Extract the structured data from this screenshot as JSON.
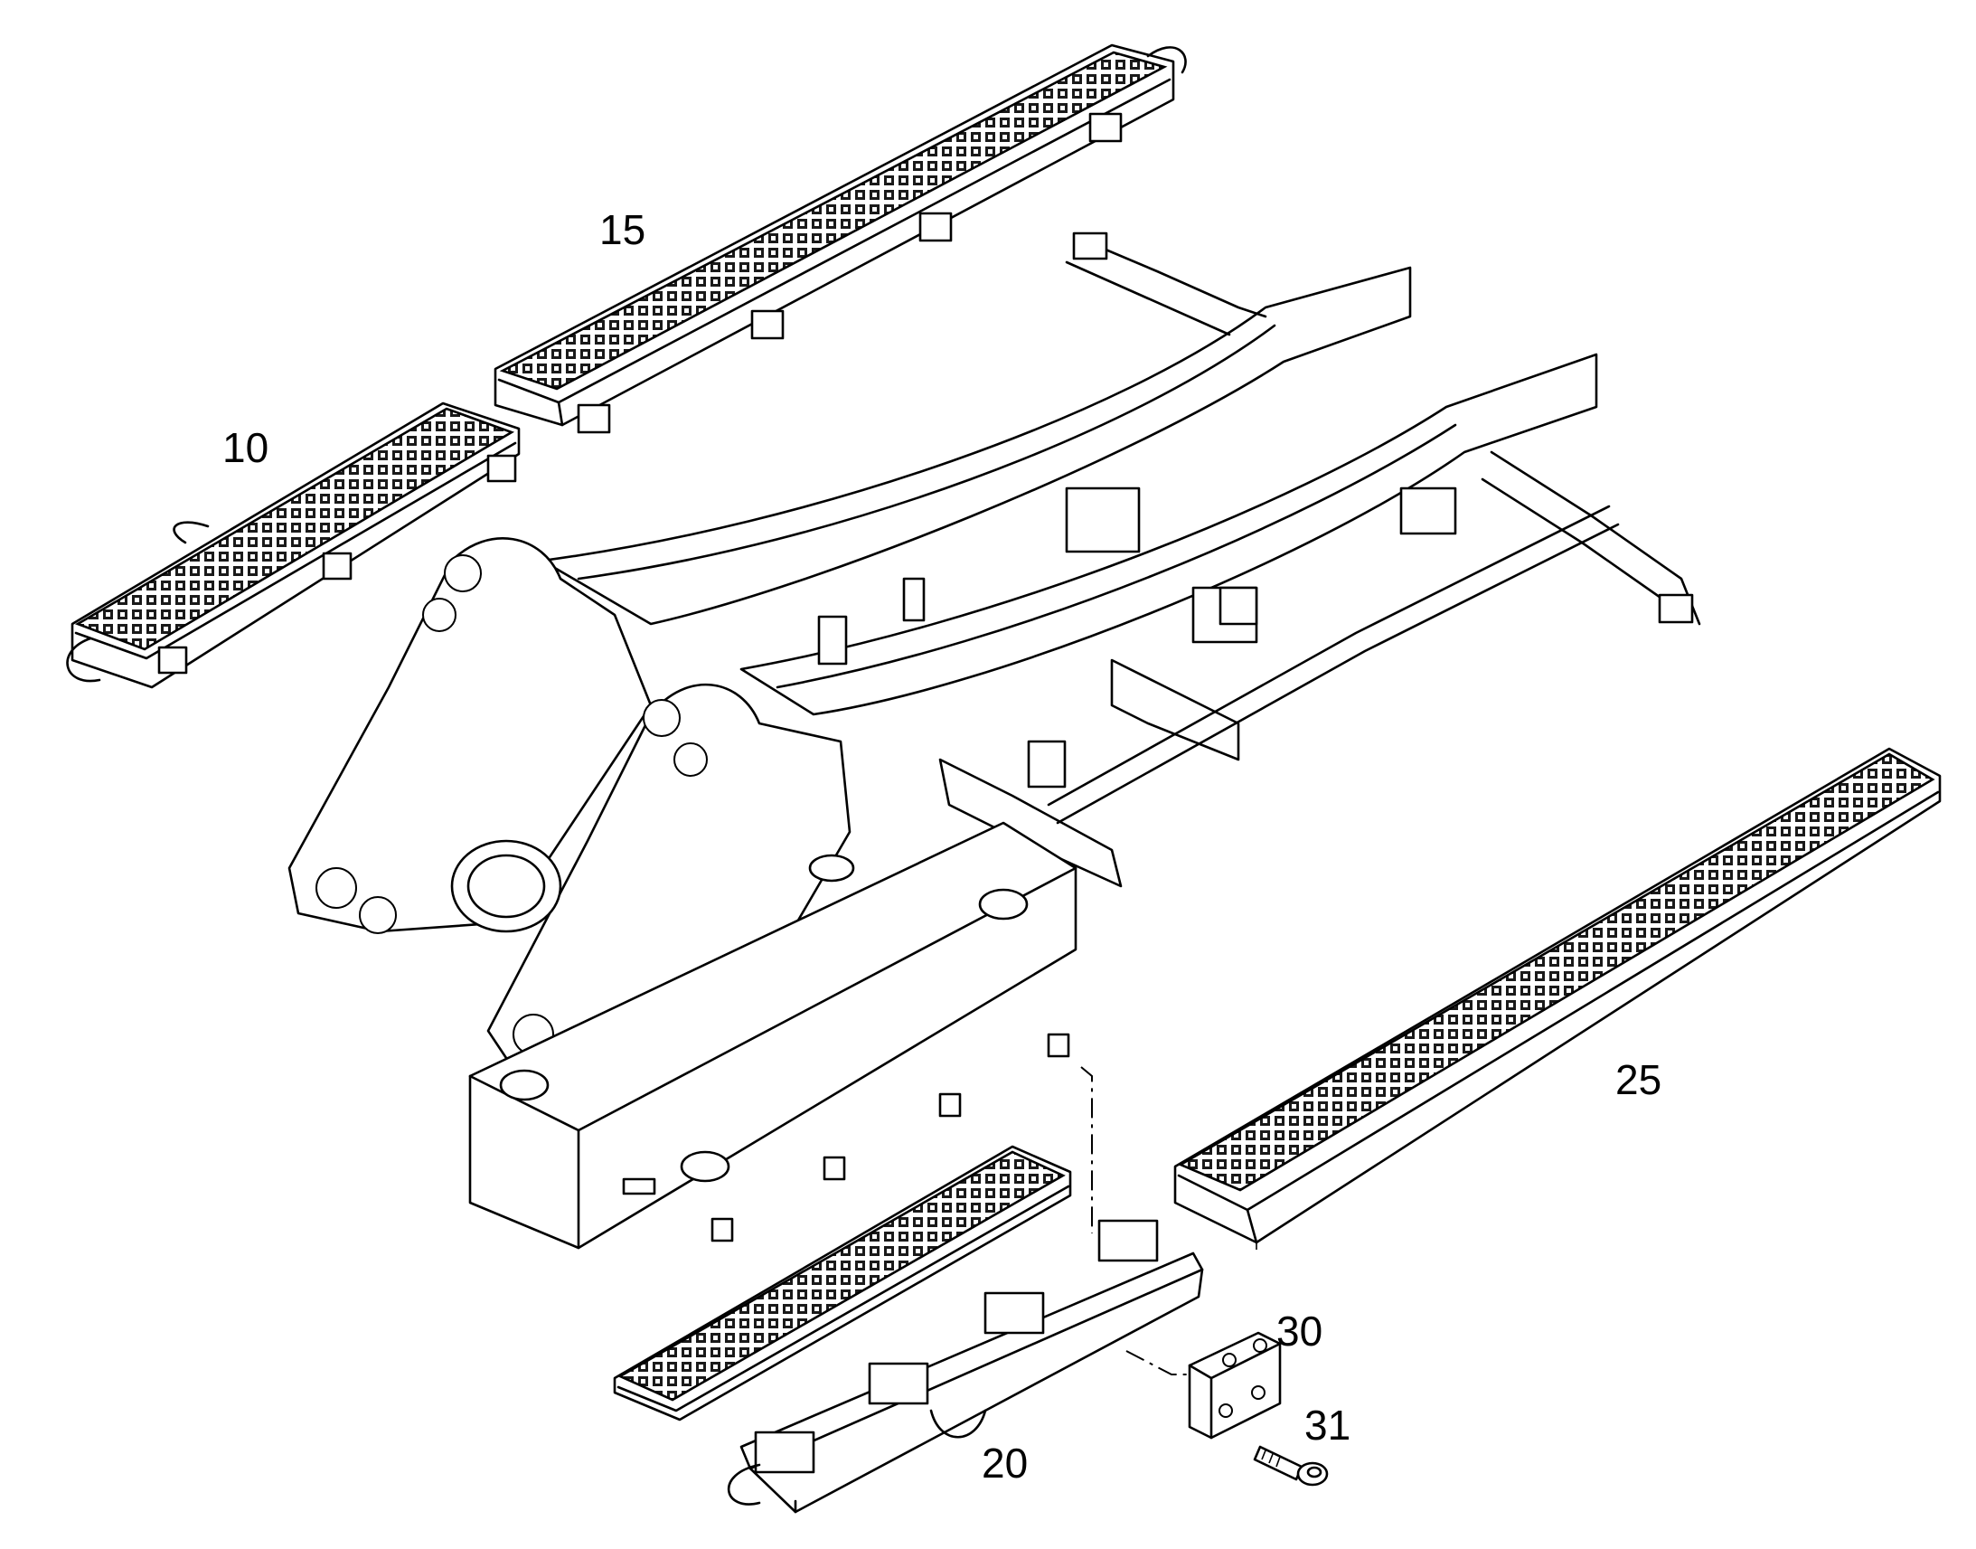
{
  "diagram": {
    "callouts": [
      {
        "id": "c10",
        "label": "10"
      },
      {
        "id": "c15",
        "label": "15"
      },
      {
        "id": "c20",
        "label": "20"
      },
      {
        "id": "c25",
        "label": "25"
      },
      {
        "id": "c30",
        "label": "30"
      },
      {
        "id": "c31",
        "label": "31"
      }
    ]
  },
  "colors": {
    "line": "#000000",
    "background": "#ffffff"
  }
}
